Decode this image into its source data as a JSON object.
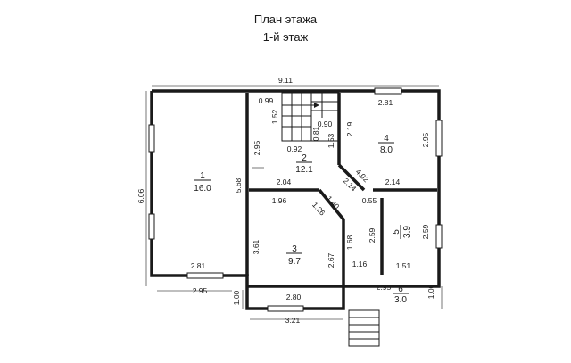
{
  "header": {
    "title": "План этажа",
    "subtitle": "1-й этаж"
  },
  "overall": {
    "width": "9.11",
    "height": "6.06"
  },
  "rooms": [
    {
      "number": "1",
      "area": "16.0"
    },
    {
      "number": "2",
      "area": "12.1"
    },
    {
      "number": "3",
      "area": "9.7"
    },
    {
      "number": "4",
      "area": "8.0"
    },
    {
      "number": "5",
      "area": "3.9"
    },
    {
      "number": "6",
      "area": "3.0"
    }
  ],
  "dimensions": {
    "d099": "0.99",
    "d152": "1.52",
    "d090": "0.90",
    "d081": "0.81",
    "d092": "0.92",
    "d153": "1.53",
    "d219": "2.19",
    "d281a": "2.81",
    "d295a": "2.95",
    "d295b": "2.95",
    "d568": "5.68",
    "d204": "2.04",
    "d402": "4.02",
    "d214a": "2.14",
    "d214b": "2.14",
    "d196": "1.96",
    "d140": "1.40",
    "d126": "1.26",
    "d055": "0.55",
    "d259a": "2.59",
    "d259b": "2.59",
    "d361": "3.61",
    "d267": "2.67",
    "d168": "1.68",
    "d116": "1.16",
    "d151": "1.51",
    "d281b": "2.81",
    "d295c": "2.95",
    "d280": "2.80",
    "d100a": "1.00",
    "d295d": "2.95",
    "d100b": "1.00",
    "d321": "3.21"
  }
}
